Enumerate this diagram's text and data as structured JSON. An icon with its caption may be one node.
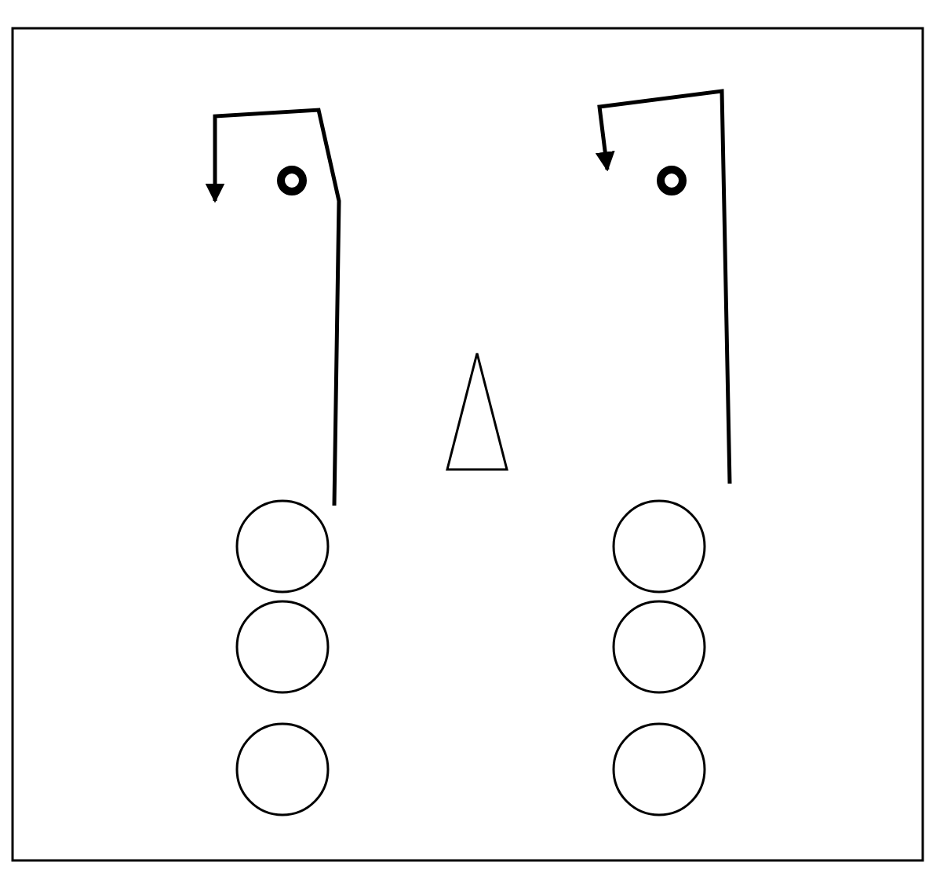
{
  "diagram": {
    "nodes": [
      {
        "text": [],
        "shape": "ring"
      },
      {
        "text": [],
        "shape": "ring"
      },
      {
        "text": [],
        "shape": "triangle"
      },
      {
        "text": [],
        "shape": "circle"
      },
      {
        "text": [],
        "shape": "circle"
      },
      {
        "text": [],
        "shape": "circle"
      },
      {
        "text": [],
        "shape": "circle"
      },
      {
        "text": [],
        "shape": "circle"
      },
      {
        "text": [],
        "shape": "circle"
      }
    ]
  }
}
